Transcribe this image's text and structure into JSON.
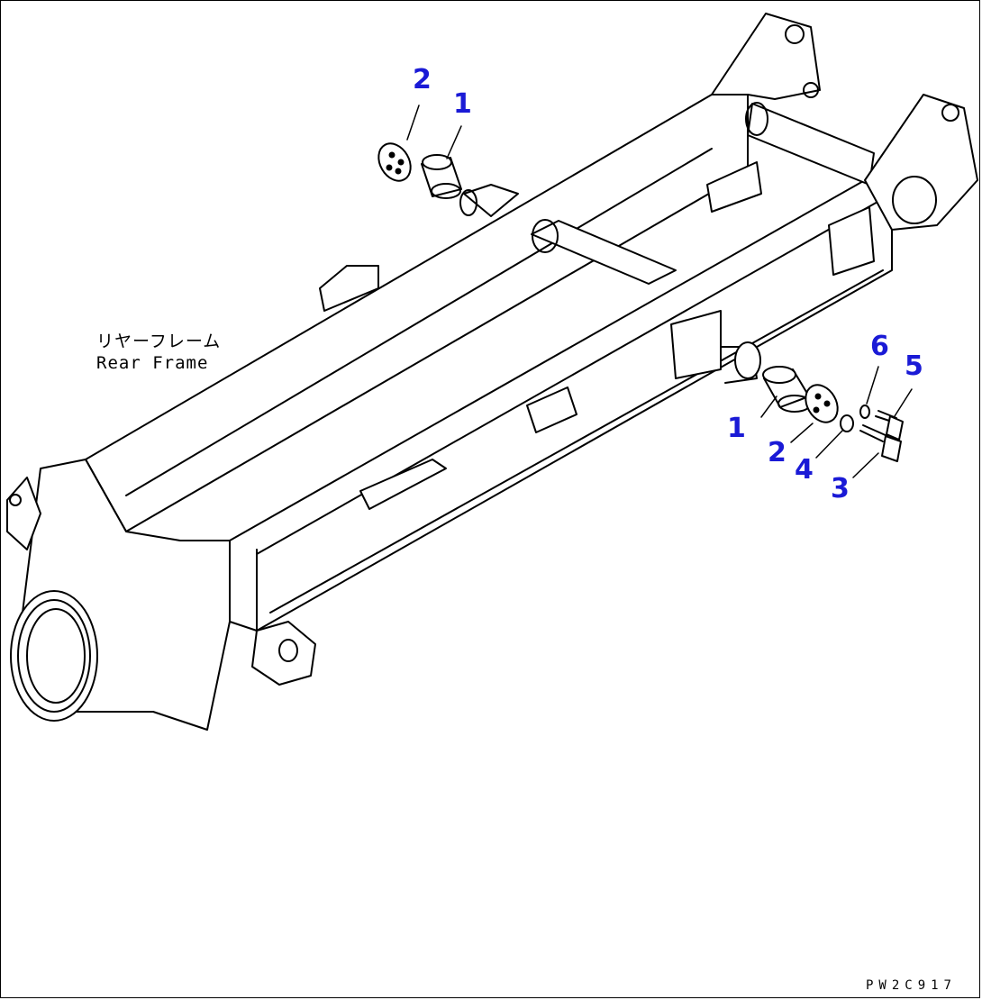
{
  "drawing": {
    "part_name_jp": "リヤーフレーム",
    "part_name_en": "Rear Frame",
    "figure_code": "PW2C917",
    "callout_color": "#1a1ad6"
  },
  "callouts": [
    {
      "label": "2"
    },
    {
      "label": "1"
    },
    {
      "label": "6"
    },
    {
      "label": "5"
    },
    {
      "label": "1"
    },
    {
      "label": "2"
    },
    {
      "label": "4"
    },
    {
      "label": "3"
    }
  ]
}
